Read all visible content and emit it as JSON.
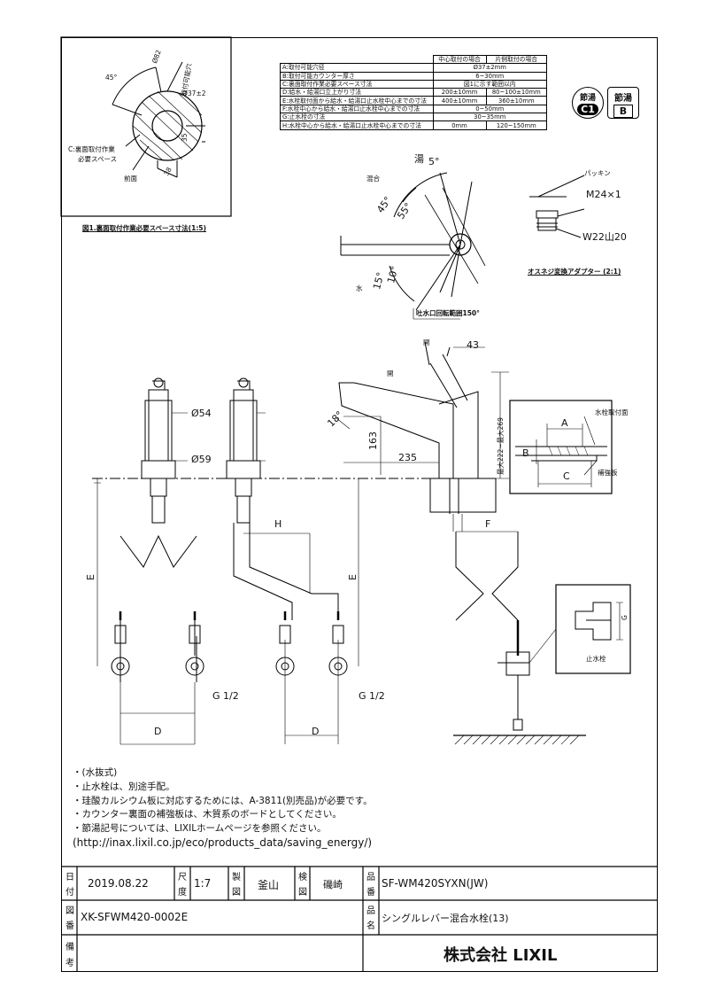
{
  "figure1": {
    "angle": "45°",
    "dia_outer": "Ø82",
    "hole_label": "取付可能穴",
    "hole_dia": "Ø37±2",
    "dim_35": "35",
    "dim_38": "38",
    "back_space_line1": "C:裏面取付作業",
    "back_space_line2": "必要スペース",
    "front": "前面",
    "caption": "図1.裏面取付作業必要スペース寸法(1:5)"
  },
  "spec_table": {
    "header_center": "中心取付の場合",
    "header_side": "片側取付の場合",
    "rows": [
      {
        "label": "A:取付可能穴径",
        "center": "Ø37±2mm",
        "side": "",
        "merged": true
      },
      {
        "label": "B:取付可能カウンター厚さ",
        "center": "6~30mm",
        "side": "",
        "merged": true
      },
      {
        "label": "C:裏面取付作業必要スペース寸法",
        "center": "図1に示す範囲以内",
        "side": "",
        "merged": true
      },
      {
        "label": "D:給水・給湯口立上がり寸法",
        "center": "200±10mm",
        "side": "80~100±10mm",
        "merged": false
      },
      {
        "label": "E:水栓取付面から給水・給湯口止水栓中心までの寸法",
        "center": "400±10mm",
        "side": "360±10mm",
        "merged": false
      },
      {
        "label": "F:水栓中心から給水・給湯口止水栓中心までの寸法",
        "center": "0~50mm",
        "side": "",
        "merged": true
      },
      {
        "label": "G:止水栓の寸法",
        "center": "30~35mm",
        "side": "",
        "merged": true
      },
      {
        "label": "H:水栓中心から給水・給湯口止水栓中心までの寸法",
        "center": "0mm",
        "side": "120~150mm",
        "merged": false
      }
    ]
  },
  "badges": {
    "left_top": "節湯",
    "left_code": "C1",
    "right_top": "節湯",
    "right_code": "B"
  },
  "lever": {
    "hot": "湯",
    "hot_angle": "5°",
    "mix": "混合",
    "a45": "45°",
    "a55": "55°",
    "water": "水",
    "a15": "15°",
    "a10": "10°",
    "rotation": "吐水口回転範囲150°"
  },
  "adapter": {
    "packing": "パッキン",
    "m24": "M24×1",
    "w22": "W22山20",
    "caption": "オスネジ変換アダプター (2:1)"
  },
  "elevation": {
    "open1": "開",
    "open2": "開",
    "d43": "43",
    "d18": "18°",
    "d163": "163",
    "d235": "235",
    "d222": "最大222~最大269",
    "d54": "Ø54",
    "d59": "Ø59"
  },
  "detail": {
    "face": "水栓取付面",
    "plate": "補強板",
    "A": "A",
    "B": "B",
    "C": "C"
  },
  "piping": {
    "E1": "E",
    "E2": "E",
    "H": "H",
    "F": "F",
    "D1": "D",
    "D2": "D",
    "G12a": "G 1/2",
    "G12b": "G 1/2",
    "G": "G",
    "stop_valve": "止水栓"
  },
  "notes": [
    "・(水抜式)",
    "・止水栓は、別途手配。",
    "・珪酸カルシウム板に対応するためには、A-3811(別売品)が必要です。",
    "・カウンター裏面の補強板は、木質系のボードとしてください。",
    "・節湯記号については、LIXILホームページを参照ください。",
    " (http://inax.lixil.co.jp/eco/products_data/saving_energy/)"
  ],
  "title_block": {
    "date_label_1": "日",
    "date_label_2": "付",
    "date": "2019.08.22",
    "scale_label_1": "尺",
    "scale_label_2": "度",
    "scale": "1:7",
    "drawn_label_1": "製",
    "drawn_label_2": "図",
    "drawn": "釜山",
    "check_label_1": "検",
    "check_label_2": "図",
    "checked": "磯崎",
    "prod_no_label_1": "品",
    "prod_no_label_2": "番",
    "product_no": "SF-WM420SYXN(JW)",
    "dwg_label_1": "図",
    "dwg_label_2": "番",
    "drawing_no": "XK-SFWM420-0002E",
    "name_label_1": "品",
    "name_label_2": "名",
    "product_name": "シングルレバー混合水栓(13)",
    "remark_label_1": "備",
    "remark_label_2": "考",
    "company": "株式会社 LIXIL"
  }
}
